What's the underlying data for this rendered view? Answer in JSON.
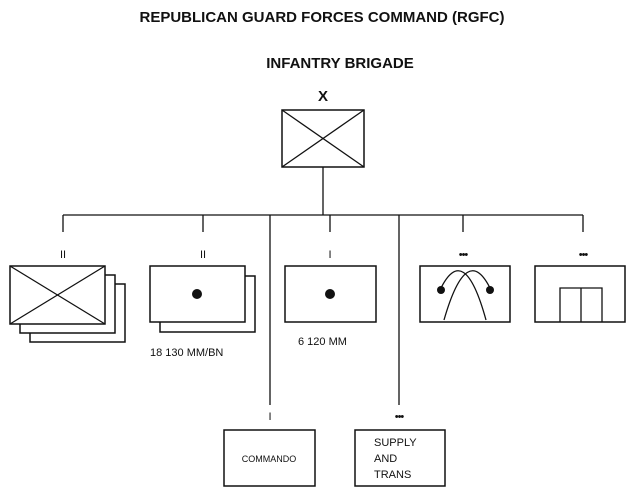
{
  "title": "REPUBLICAN GUARD FORCES COMMAND (RGFC)",
  "subtitle": "INFANTRY BRIGADE",
  "hq": {
    "echelon": "X",
    "symbol": "infantry-x-icon"
  },
  "units": [
    {
      "echelon": "II",
      "symbol": "infantry-x-icon",
      "label": "",
      "stacked": 3
    },
    {
      "echelon": "II",
      "symbol": "artillery-dot-icon",
      "label": "18 130 MM/BN",
      "stacked": 2
    },
    {
      "echelon": "I",
      "symbol": "artillery-dot-icon",
      "label": "6 120 MM",
      "stacked": 1
    },
    {
      "echelon": "•••",
      "symbol": "engineer-arch-icon",
      "label": "",
      "stacked": 1
    },
    {
      "echelon": "•••",
      "symbol": "signal-bars-icon",
      "label": "",
      "stacked": 1
    }
  ],
  "lower_units": [
    {
      "echelon": "I",
      "label": "COMMANDO"
    },
    {
      "echelon": "•••",
      "label": "SUPPLY AND TRANS",
      "lines": [
        "SUPPLY",
        "AND",
        "TRANS"
      ]
    }
  ]
}
